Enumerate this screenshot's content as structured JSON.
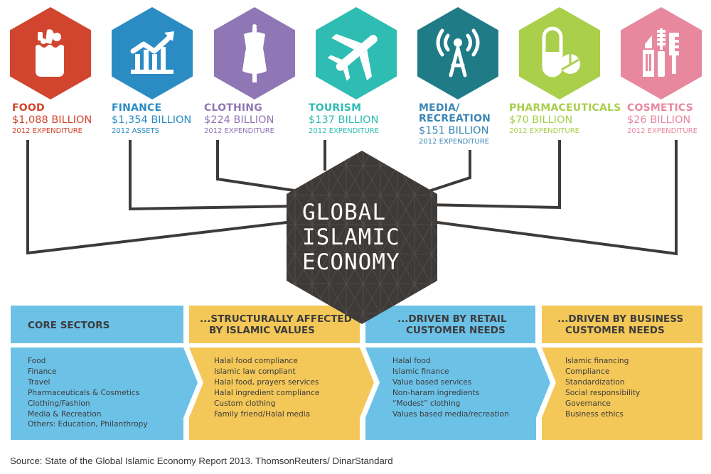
{
  "colors": {
    "food": "#d1452e",
    "finance": "#2b8cc4",
    "clothing": "#8f77b5",
    "tourism": "#2ebcb3",
    "media": "#1f7c86",
    "media_text": "#3a87b5",
    "pharmaceuticals": "#a9cf4b",
    "cosmetics": "#e7889f",
    "center": "#3d3a38",
    "band_blue": "#6cc1e7",
    "band_yellow": "#f3c758",
    "connector": "#3d3a38"
  },
  "sectors": [
    {
      "id": "food",
      "name": "FOOD",
      "value": "$1,088 BILLION",
      "note": "2012 EXPENDITURE",
      "icon": "grocery-bag-icon"
    },
    {
      "id": "finance",
      "name": "FINANCE",
      "value": "$1,354 BILLION",
      "note": "2012 ASSETS",
      "icon": "rising-chart-icon"
    },
    {
      "id": "clothing",
      "name": "CLOTHING",
      "value": "$224 BILLION",
      "note": "2012 EXPENDITURE",
      "icon": "dress-form-icon"
    },
    {
      "id": "tourism",
      "name": "TOURISM",
      "value": "$137 BILLION",
      "note": "2012 EXPENDITURE",
      "icon": "airplane-icon"
    },
    {
      "id": "media",
      "name_line1": "MEDIA/",
      "name_line2": "RECREATION",
      "value": "$151 BILLION",
      "note": "2012 EXPENDITURE",
      "icon": "broadcast-tower-icon"
    },
    {
      "id": "pharmaceuticals",
      "name": "PHARMACEUTICALS",
      "value": "$70 BILLION",
      "note": "2012 EXPENDITURE",
      "icon": "pill-icon"
    },
    {
      "id": "cosmetics",
      "name": "COSMETICS",
      "value": "$26 BILLION",
      "note": "2012 EXPENDITURE",
      "icon": "cosmetics-icon"
    }
  ],
  "center": {
    "line1": "GLOBAL",
    "line2": "ISLAMIC",
    "line3": "ECONOMY"
  },
  "bands": [
    {
      "title_line1": "CORE SECTORS",
      "items": [
        "Food",
        "Finance",
        "Travel",
        "Pharmaceuticals & Cosmetics",
        "Clothing/Fashion",
        "Media & Recreation",
        "Others: Education, Philanthropy"
      ]
    },
    {
      "title_line1": "...STRUCTURALLY AFFECTED",
      "title_line2": "BY ISLAMIC VALUES",
      "items": [
        "Halal food compliance",
        "Islamic law compliant",
        "Halal food, prayers services",
        "Halal ingredient compliance",
        "Custom clothing",
        "Family friend/Halal media"
      ]
    },
    {
      "title_line1": "...DRIVEN BY RETAIL",
      "title_line2": "CUSTOMER NEEDS",
      "items": [
        "Halal food",
        "Islamic finance",
        "Value based services",
        "Non-haram ingredients",
        "“Modest” clothing",
        "Values based media/recreation"
      ]
    },
    {
      "title_line1": "...DRIVEN BY BUSINESS",
      "title_line2": "CUSTOMER NEEDS",
      "items": [
        "Islamic financing",
        "Compliance",
        "Standardization",
        "Social responsibility",
        "Governance",
        "Business ethics"
      ]
    }
  ],
  "source": "Source: State of the Global Islamic Economy Report 2013.  ThomsonReuters/ DinarStandard"
}
